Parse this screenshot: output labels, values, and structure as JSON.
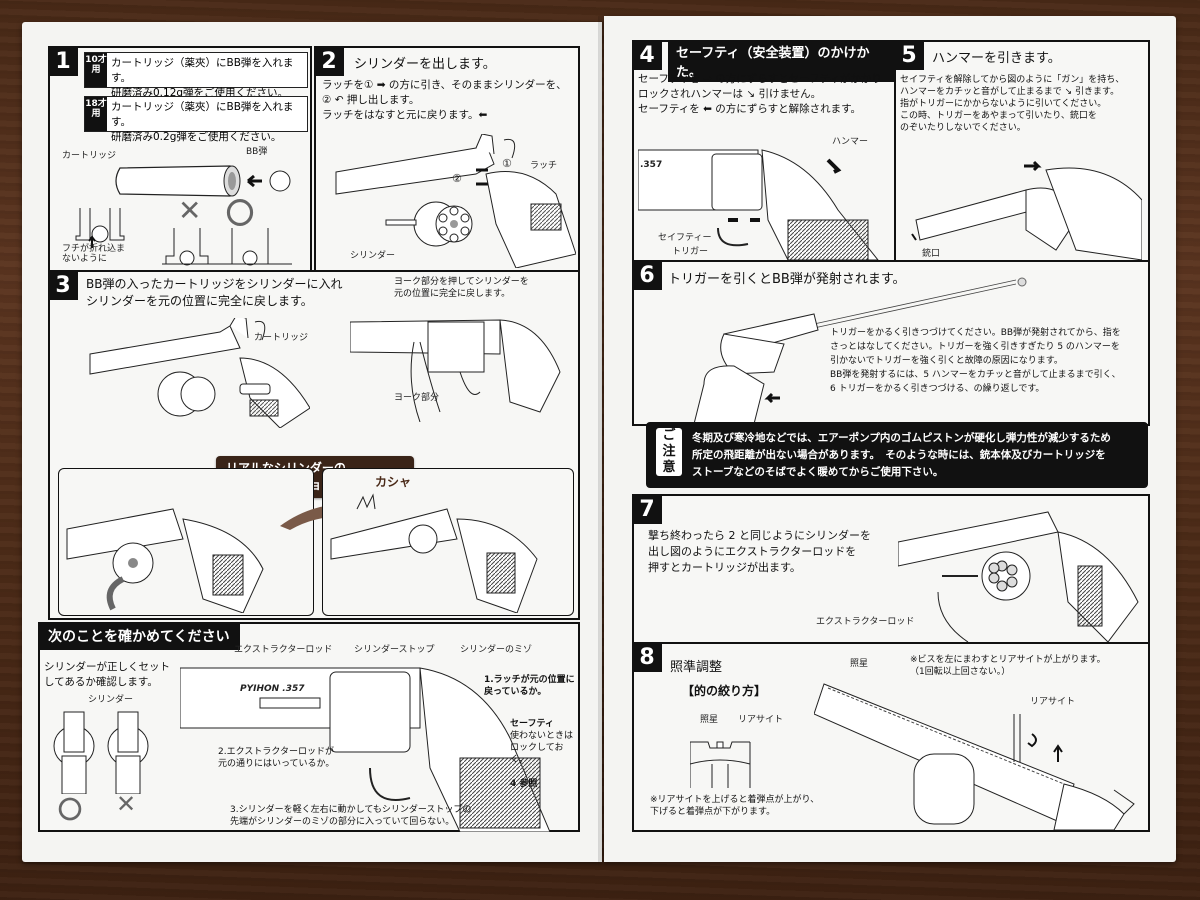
{
  "left_page": {
    "step1": {
      "number": "1",
      "variants": [
        {
          "tag": "10才用",
          "lines": "カートリッジ（薬夾）にBB弾を入れます。\n研磨済み0.12g弾をご使用ください。"
        },
        {
          "tag": "18才用",
          "lines": "カートリッジ（薬夾）にBB弾を入れます。\n研磨済み0.2g弾をご使用ください。"
        }
      ],
      "labels": {
        "cartridge": "カートリッジ",
        "bb": "BB弾",
        "rim_note": "フチが折れ込ま\nないように",
        "wrong_mark": "✕",
        "right_mark": "〇"
      }
    },
    "step2": {
      "number": "2",
      "title": "シリンダーを出します。",
      "body": "ラッチを① ➡ の方に引き、そのままシリンダーを、\n② ↶ 押し出します。\nラッチをはなすと元に戻ります。⬅",
      "labels": {
        "latch": "ラッチ",
        "cylinder": "シリンダー",
        "marker1": "①",
        "marker2": "②"
      }
    },
    "step3": {
      "number": "3",
      "title": "BB弾の入ったカートリッジをシリンダーに入れ\nシリンダーを元の位置に完全に戻します。",
      "sub_text": "ヨーク部分を押してシリンダーを\n元の位置に完全に戻します。",
      "labels": {
        "cartridge": "カートリッジ",
        "yoke": "ヨーク部分"
      },
      "callout": "リアルなシリンダーの\nスイングアクションが出来ます。",
      "sound_effect": "カシャ"
    },
    "check": {
      "header": "次のことを確かめてください",
      "intro": "シリンダーが正しくセット\nしてあるか確認します。",
      "labels": {
        "cylinder": "シリンダー",
        "extractor_rod": "エクストラクターロッド",
        "cylinder_stop": "シリンダーストップ",
        "cylinder_groove": "シリンダーのミゾ",
        "safety": "セーフティ",
        "safety_note": "使わないときは\nロックしておく。",
        "safety_ref": "4 参照",
        "gun_marking": "PYIHON .357",
        "good_mark": "〇",
        "bad_mark": "✕"
      },
      "points": [
        "1.ラッチが元の位置に\n戻っているか。",
        "2.エクストラクターロッドが\n元の通りにはいっているか。",
        "3.シリンダーを軽く左右に動かしてもシリンダーストップの\n先端がシリンダーのミゾの部分に入っていて回らない。"
      ]
    }
  },
  "right_page": {
    "step4": {
      "number": "4",
      "title": "セーフティ（安全装置）のかけかた。",
      "body": "セーフティを ➡ の方にずらすとセーフティがかかり\nロックされハンマーは ↘ 引けません。\nセーフティを ⬅ の方にずらすと解除されます。",
      "labels": {
        "hammer": "ハンマー",
        "safety": "セイフティー",
        "trigger": "トリガー",
        "caliber": ".357"
      }
    },
    "step5": {
      "number": "5",
      "title": "ハンマーを引きます。",
      "body": "セイフティを解除してから図のように「ガン」を持ち、\nハンマーをカチッと音がして止まるまで ↘ 引きます。\n指がトリガーにかからないように引いてください。\nこの時、トリガーをあやまって引いたり、銃口を\nのぞいたりしないでください。",
      "labels": {
        "muzzle": "銃口"
      }
    },
    "step6": {
      "number": "6",
      "title": "トリガーを引くとBB弾が発射されます。",
      "body": "トリガーをかるく引きつづけてください。BB弾が発射されてから、指を\nさっとはなしてください。トリガーを強く引きすぎたり 5 のハンマーを\n引かないでトリガーを強く引くと故障の原因になります。\nBB弾を発射するには、5 ハンマーをカチッと音がして止まるまで引く、\n6 トリガーをかるく引きつづける、の繰り返しです。"
    },
    "caution": {
      "badge": "ご\n注\n意",
      "text": "冬期及び寒冷地などでは、エアーポンプ内のゴムピストンが硬化し弾力性が減少するため\n所定の飛距離が出ない場合があります。　そのような時には、銃本体及びカートリッジを\nストーブなどのそばでよく暖めてからご使用下さい。"
    },
    "step7": {
      "number": "7",
      "body": "撃ち終わったら 2 と同じようにシリンダーを\n出し図のようにエクストラクターロッドを\n押すとカートリッジが出ます。",
      "labels": {
        "extractor_rod": "エクストラクターロッド"
      }
    },
    "step8": {
      "number": "8",
      "title": "照準調整",
      "subtitle": "【的の絞り方】",
      "labels": {
        "front_sight": "照星",
        "rear_sight": "リアサイト",
        "front_sight_main": "照星",
        "rear_sight_main": "リアサイト"
      },
      "screw_note": "※ビスを左にまわすとリアサイトが上がります。\n（1回転以上回さない。）",
      "adjust_note": "※リアサイトを上げると着弾点が上がり、\n下げると着弾点が下がります。"
    }
  }
}
